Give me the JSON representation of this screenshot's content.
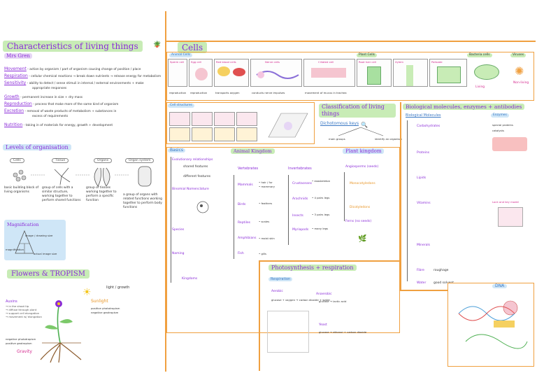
{
  "characteristics": {
    "title": "Characteristics of living things",
    "subtitle": "Mrs Gren",
    "items": [
      {
        "term": "Movement",
        "text": " - action by organism / part of organism causing change of position / place"
      },
      {
        "term": "Respiration",
        "text": " - cellular chemical reactions → break down nutrients → release energy for metabolism"
      },
      {
        "term": "Sensitivity",
        "text": " - ability to detect / sense stimuli in internal / external environments + make"
      },
      {
        "term": "",
        "text": "appropriate responses"
      },
      {
        "term": "Growth",
        "text": " - permanent increase in size + dry mass"
      },
      {
        "term": "Reproduction",
        "text": " - process that make more of the same kind of organism"
      },
      {
        "term": "Excretion",
        "text": " - removal of waste products of metabolism + substances in"
      },
      {
        "term": "",
        "text": "excess of requirements"
      },
      {
        "term": "Nutrition",
        "text": " - taking in of materials for energy, growth + development"
      }
    ]
  },
  "levels": {
    "title": "Levels of organisation",
    "stages": [
      "Cells",
      "Tissue",
      "Organs",
      "Organ system"
    ],
    "descriptions": [
      "basic building block of living organisms",
      "group of cells with a similar structure, working together to perform shared functions",
      "group of tissues working together to perform a specific function",
      "a group of organs with related functions working together to perform body functions"
    ]
  },
  "magnification": {
    "title": "Magnification",
    "labels": [
      "image / drawing size",
      "magnification",
      "actual image size"
    ]
  },
  "flowers": {
    "title": "Flowers & TROPISM",
    "labels": [
      "Auxins",
      "Sunlight",
      "Gravity",
      "light / growth",
      "positive phototropism",
      "negative geotropism",
      "negative phototropism",
      "positive geotropism"
    ]
  },
  "cells": {
    "title": "Cells",
    "animal_cells": "Animal Cells",
    "plant_cells": "Plant Cells",
    "bacteria": "Bacteria cells",
    "viruses": "Viruses",
    "row_labels": [
      "reproduction",
      "reproduction",
      "transports oxygen",
      "conducts nerve impulses",
      "movement of mucus in trachea"
    ],
    "cell_names": [
      "Sperm cell",
      "Egg cell",
      "Red blood cells",
      "Nerve cells",
      "Ciliated cell",
      "Root hair cell",
      "Xylem",
      "Palisade"
    ],
    "living": "Living",
    "nonliving": "Non-living",
    "cell_structures": "Cell structures"
  },
  "classification": {
    "title": "Classification of living things",
    "keys": "Dichotomous keys",
    "labels": [
      "main groups",
      "identify an organism"
    ]
  },
  "biomolecules": {
    "title": "Biological molecules, enzymes + antibodies",
    "sub": "Biological Molecules",
    "enzymes": "Enzymes",
    "enzyme_desc": [
      "special proteins",
      "catalysts"
    ],
    "branches": [
      "Carbohydrates",
      "Proteins",
      "Lipids",
      "Minerals",
      "Vitamins",
      "Fibre",
      "Water"
    ],
    "fibre": "roughage",
    "water": "good solvent",
    "key_label": "Lock and key model",
    "dna": "DNA"
  },
  "basics": {
    "title": "Basics",
    "items": [
      "Evolutionary relationships",
      "shared features",
      "different features",
      "Binomial Nomenclature",
      "Species",
      "Naming",
      "Kingdoms"
    ]
  },
  "animal_kingdom": {
    "title": "Animal Kingdom",
    "vertebrates": "Vertebrates",
    "invertebrates": "Invertebrates",
    "groups": [
      "Mammals",
      "Birds",
      "Reptiles",
      "Amphibians",
      "Fish"
    ],
    "inv_groups": [
      "Crustaceans",
      "Arachnids",
      "Insects",
      "Myriapods"
    ]
  },
  "plant_kingdom": {
    "title": "Plant kingdom",
    "angio": "Angiosperms (seeds)",
    "ferns": "Ferns (no seeds)",
    "subs": [
      "Monocotyledons",
      "Dicotyledons"
    ]
  },
  "photosynthesis": {
    "title": "Photosynthesis + respiration",
    "respiration": "Respiration",
    "aerobic": "Aerobic",
    "anaerobic": "Anaerobic",
    "yeast": "Yeast",
    "equation": "glucose + oxygen → carbon dioxide + water",
    "eq2": "glucose → lactic acid",
    "eq3": "glucose → ethanol + carbon dioxide"
  },
  "colors": {
    "accent": "#8a2bd8",
    "frame": "#f0a040",
    "highlight": "#c8ecb6",
    "blueHighlight": "#cfe6f7"
  }
}
